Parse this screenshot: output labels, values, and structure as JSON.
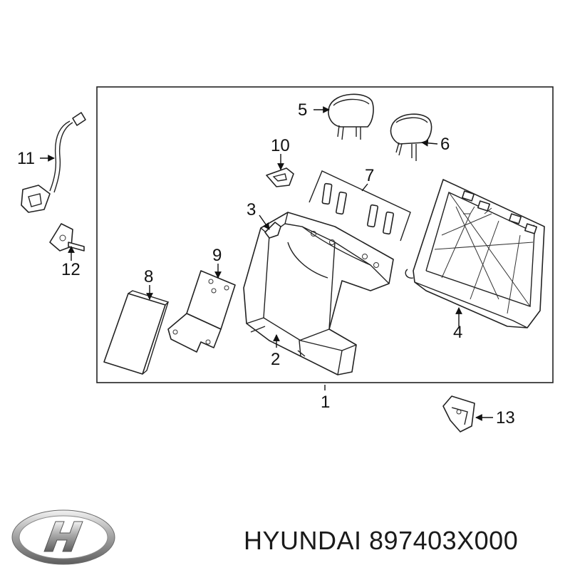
{
  "diagram": {
    "callouts": [
      {
        "id": "c1",
        "label": "1"
      },
      {
        "id": "c2",
        "label": "2"
      },
      {
        "id": "c3",
        "label": "3"
      },
      {
        "id": "c4",
        "label": "4"
      },
      {
        "id": "c5",
        "label": "5"
      },
      {
        "id": "c6",
        "label": "6"
      },
      {
        "id": "c7",
        "label": "7"
      },
      {
        "id": "c8",
        "label": "8"
      },
      {
        "id": "c9",
        "label": "9"
      },
      {
        "id": "c10",
        "label": "10"
      },
      {
        "id": "c11",
        "label": "11"
      },
      {
        "id": "c12",
        "label": "12"
      },
      {
        "id": "c13",
        "label": "13"
      }
    ]
  },
  "footer": {
    "text": "HYUNDAI 897403X000",
    "logo_name": "hyundai-logo",
    "logo_text": "H"
  },
  "colors": {
    "line": "#222222",
    "logo_silver": "#9a9a9a"
  }
}
